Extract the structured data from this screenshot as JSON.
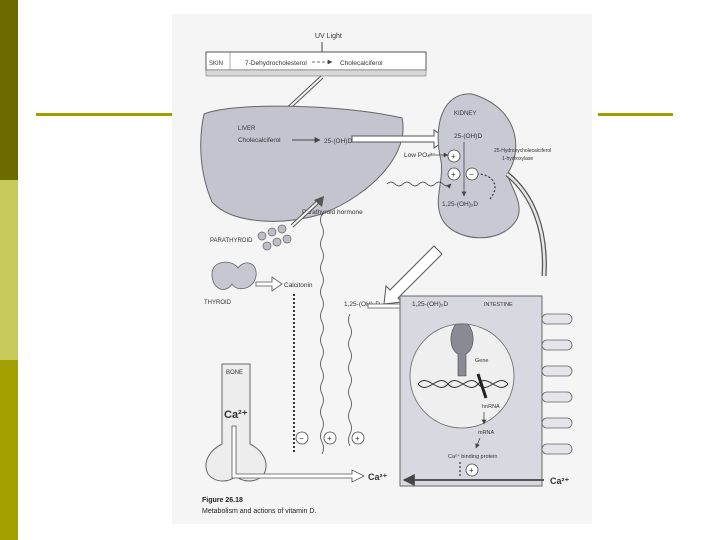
{
  "slide": {
    "accent_dark": "#6b6b00",
    "accent_light": "#c7c95a",
    "accent_olive": "#a3a000",
    "rule_color": "#a09f00"
  },
  "figure": {
    "uv_light": "UV Light",
    "skin": "SKIN",
    "dehydro": "7-Dehydrocholesterol",
    "chole_skin": "Cholecalciferol",
    "liver": "LIVER",
    "chole_liver": "Cholecalciferol",
    "oh25_liver": "25-(OH)D",
    "kidney": "KIDNEY",
    "oh25_kidney": "25-(OH)D",
    "hydroxylase_1": "25-Hydroxycholecalciferol",
    "hydroxylase_2": "1-hydroxylase",
    "low_po4": "Low PO₄³⁻",
    "pth": "Parathyroid hormone",
    "calcitriol_kidney": "1,25-(OH)₂D",
    "parathyroid": "PARATHYROID",
    "thyroid": "THYROID",
    "calcitonin": "Calcitonin",
    "calcitriol_mid": "1,25-(OH)₂D",
    "calcitriol_int": "1,25-(OH)₂D",
    "intestine": "INTESTINE",
    "gene": "Gene",
    "hnrna": "hnRNA",
    "mrna": "mRNA",
    "ca_binding": "Ca²⁺ binding protein",
    "bone": "BONE",
    "ca_bone": "Ca²⁺",
    "ca_plasma": "Ca²⁺",
    "ca_int": "Ca²⁺",
    "plus": "+",
    "minus": "−",
    "caption_title": "Figure 26.18",
    "caption_text": "Metabolism and actions of vitamin D."
  }
}
